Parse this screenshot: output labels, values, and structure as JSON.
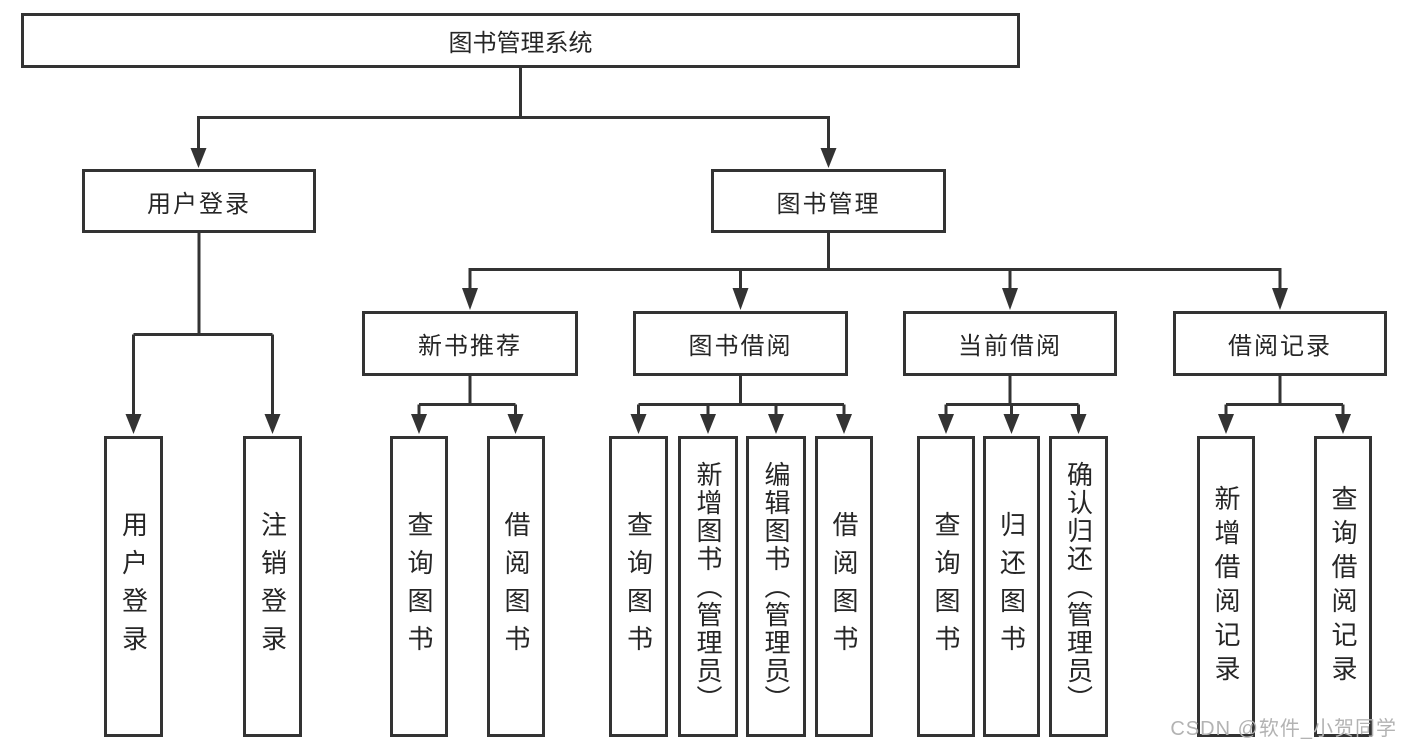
{
  "tree": {
    "root": {
      "label": "图书管理系统",
      "children": [
        {
          "label": "用户登录",
          "children": [
            {
              "label": "用户登录"
            },
            {
              "label": "注销登录"
            }
          ]
        },
        {
          "label": "图书管理",
          "children": [
            {
              "label": "新书推荐",
              "children": [
                {
                  "label": "查询图书"
                },
                {
                  "label": "借阅图书"
                }
              ]
            },
            {
              "label": "图书借阅",
              "children": [
                {
                  "label": "查询图书"
                },
                {
                  "label": "新增图书（管理员）"
                },
                {
                  "label": "编辑图书（管理员）"
                },
                {
                  "label": "借阅图书"
                }
              ]
            },
            {
              "label": "当前借阅",
              "children": [
                {
                  "label": "查询图书"
                },
                {
                  "label": "归还图书"
                },
                {
                  "label": "确认归还（管理员）"
                }
              ]
            },
            {
              "label": "借阅记录",
              "children": [
                {
                  "label": "新增借阅记录"
                },
                {
                  "label": "查询借阅记录"
                }
              ]
            }
          ]
        }
      ]
    }
  },
  "watermark": {
    "text": "CSDN @软件_小贺同学"
  },
  "colors": {
    "line": "#333333",
    "text": "#262626",
    "box_bg": "#ffffff",
    "watermark": "#b3b3b3"
  }
}
